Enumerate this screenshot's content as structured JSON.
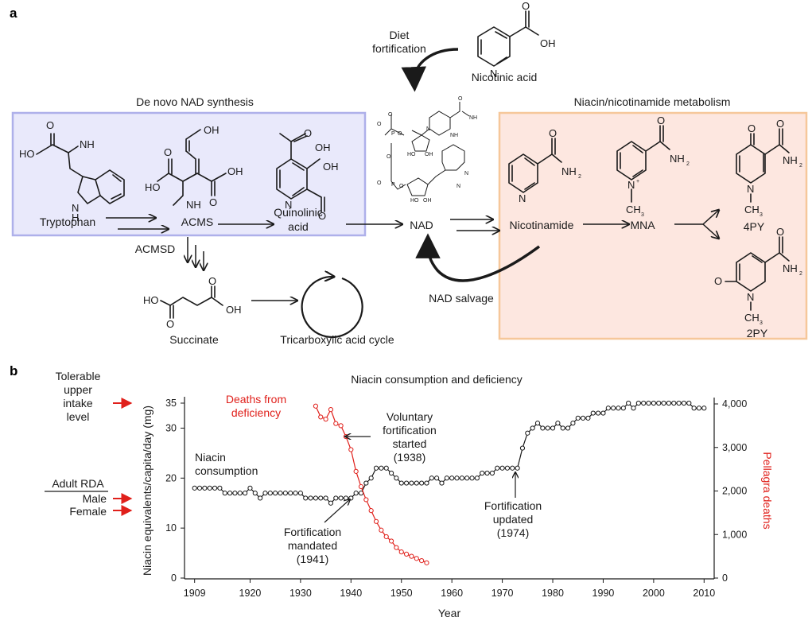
{
  "panel_a": {
    "letter": "a",
    "de_novo_title": "De novo NAD synthesis",
    "niacin_title": "Niacin/nicotinamide metabolism",
    "diet_line1": "Diet",
    "diet_line2": "fortification",
    "nicotinic_acid": "Nicotinic acid",
    "tryptophan": "Tryptophan",
    "acms": "ACMS",
    "quinolinic_line1": "Quinolinic",
    "quinolinic_line2": "acid",
    "nad": "NAD",
    "nicotinamide": "Nicotinamide",
    "mna": "MNA",
    "py4": "4PY",
    "py2": "2PY",
    "acmsd": "ACMSD",
    "succinate": "Succinate",
    "tca": "Tricarboxylic acid cycle",
    "nad_salvage": "NAD salvage"
  },
  "panel_b": {
    "letter": "b",
    "tolerable_line1": "Tolerable",
    "tolerable_line2": "upper",
    "tolerable_line3": "intake",
    "tolerable_line4": "level",
    "adult_rda": "Adult RDA",
    "male": "Male",
    "female": "Female"
  },
  "chart_data": {
    "type": "line",
    "title": "Niacin consumption and deficiency",
    "xlabel": "Year",
    "ylabel_left": "Niacin equivalents/capita/day (mg)",
    "ylabel_right": "Pellagra deaths",
    "xlim": [
      1907,
      2012
    ],
    "ylim_left": [
      0,
      35
    ],
    "ylim_right": [
      0,
      4000
    ],
    "x_ticks": [
      "1909",
      "1920",
      "1930",
      "1940",
      "1950",
      "1960",
      "1970",
      "1980",
      "1990",
      "2000",
      "2010"
    ],
    "y_left_ticks": [
      "0",
      "10",
      "20",
      "30",
      "35"
    ],
    "y_right_ticks": [
      "0",
      "1,000",
      "2,000",
      "3,000",
      "4,000"
    ],
    "colors": {
      "consumption": "#1a1a1a",
      "deaths": "#e0201b",
      "marker": "#e0201b"
    },
    "series": [
      {
        "name": "Niacin consumption",
        "axis": "left",
        "x": [
          1909,
          1910,
          1911,
          1912,
          1913,
          1914,
          1915,
          1916,
          1917,
          1918,
          1919,
          1920,
          1921,
          1922,
          1923,
          1924,
          1925,
          1926,
          1927,
          1928,
          1929,
          1930,
          1931,
          1932,
          1933,
          1934,
          1935,
          1936,
          1937,
          1938,
          1939,
          1940,
          1941,
          1942,
          1943,
          1944,
          1945,
          1946,
          1947,
          1948,
          1949,
          1950,
          1951,
          1952,
          1953,
          1954,
          1955,
          1956,
          1957,
          1958,
          1959,
          1960,
          1961,
          1962,
          1963,
          1964,
          1965,
          1966,
          1967,
          1968,
          1969,
          1970,
          1971,
          1972,
          1973,
          1974,
          1975,
          1976,
          1977,
          1978,
          1979,
          1980,
          1981,
          1982,
          1983,
          1984,
          1985,
          1986,
          1987,
          1988,
          1989,
          1990,
          1991,
          1992,
          1993,
          1994,
          1995,
          1996,
          1997,
          1998,
          1999,
          2000,
          2001,
          2002,
          2003,
          2004,
          2005,
          2006,
          2007,
          2008,
          2009,
          2010
        ],
        "values": [
          18,
          18,
          18,
          18,
          18,
          18,
          17,
          17,
          17,
          17,
          17,
          18,
          17,
          16,
          17,
          17,
          17,
          17,
          17,
          17,
          17,
          17,
          16,
          16,
          16,
          16,
          16,
          15,
          16,
          16,
          16,
          16,
          17,
          17,
          19,
          20,
          22,
          22,
          22,
          21,
          20,
          19,
          19,
          19,
          19,
          19,
          19,
          20,
          20,
          19,
          20,
          20,
          20,
          20,
          20,
          20,
          20,
          21,
          21,
          21,
          22,
          22,
          22,
          22,
          22,
          26,
          29,
          30,
          31,
          30,
          30,
          30,
          31,
          30,
          30,
          31,
          32,
          32,
          32,
          33,
          33,
          33,
          34,
          34,
          34,
          34,
          35,
          34,
          35,
          35,
          35,
          35,
          35,
          35,
          35,
          35,
          35,
          35,
          35,
          34,
          34,
          34
        ]
      },
      {
        "name": "Deaths from deficiency",
        "axis": "right",
        "x": [
          1933,
          1934,
          1935,
          1936,
          1937,
          1938,
          1939,
          1940,
          1941,
          1942,
          1943,
          1944,
          1945,
          1946,
          1947,
          1948,
          1949,
          1950,
          1951,
          1952,
          1953,
          1954,
          1955
        ],
        "values": [
          3950,
          3700,
          3650,
          3870,
          3550,
          3500,
          3250,
          2950,
          2450,
          2100,
          1800,
          1550,
          1300,
          1100,
          950,
          850,
          700,
          600,
          550,
          500,
          450,
          400,
          350
        ]
      }
    ],
    "annotations": [
      {
        "text_lines": [
          "Niacin",
          "consumption"
        ]
      },
      {
        "text_lines": [
          "Deaths from",
          "deficiency"
        ]
      },
      {
        "text_lines": [
          "Voluntary",
          "fortification",
          "started",
          "(1938)"
        ]
      },
      {
        "text_lines": [
          "Fortification",
          "mandated",
          "(1941)"
        ]
      },
      {
        "text_lines": [
          "Fortification",
          "updated",
          "(1974)"
        ]
      }
    ]
  }
}
